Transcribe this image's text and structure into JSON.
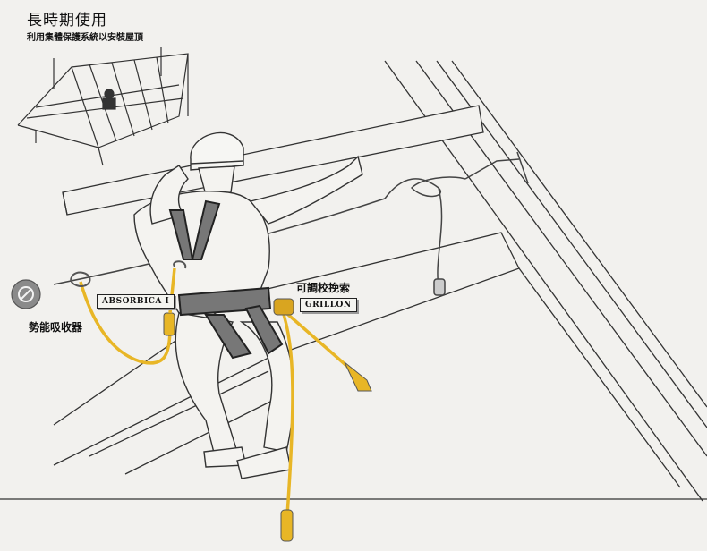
{
  "header": {
    "title": "長時期使用",
    "subtitle": "利用集體保護系統以安裝屋頂"
  },
  "labels": {
    "absorber_cn": "勢能吸收器",
    "absorber_product": "ABSORBICA I",
    "adjuster_cn": "可調校挽索",
    "adjuster_product": "GRILLON"
  },
  "icons": {
    "absorber_symbol": "energy-absorber-icon"
  },
  "colors": {
    "lanyard": "#e8b626",
    "lanyard_dark": "#b8860b",
    "line": "#3a3a3a",
    "icon_bg": "#8a8a8a"
  }
}
